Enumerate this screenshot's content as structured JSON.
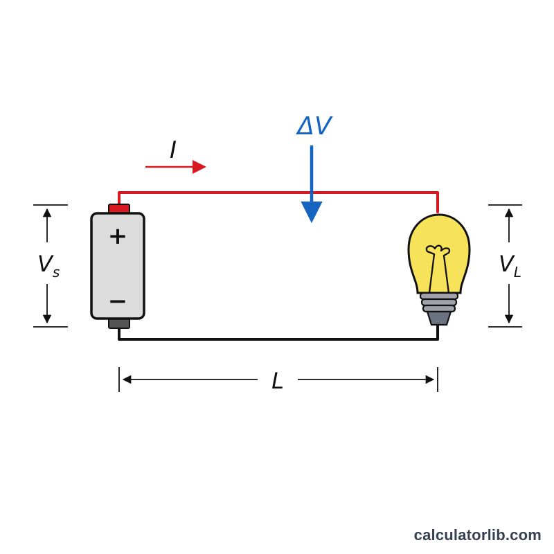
{
  "labels": {
    "current": "I",
    "voltage_drop": "ΔV",
    "source_voltage_main": "V",
    "source_voltage_sub": "s",
    "load_voltage_main": "V",
    "load_voltage_sub": "L",
    "length": "L",
    "battery_plus": "+",
    "battery_minus": "−"
  },
  "watermark": "calculatorlib.com",
  "colors": {
    "positive_wire": "#d71920",
    "negative_wire": "#111111",
    "voltage_drop_arrow": "#1565c0",
    "battery_body": "#dcdcdc",
    "battery_cap_positive": "#d71920",
    "battery_cap_negative": "#555555",
    "bulb_glass": "#f7e35a",
    "bulb_base": "#9ca3af"
  },
  "icons": {
    "battery": "battery-icon",
    "bulb": "lightbulb-icon"
  }
}
